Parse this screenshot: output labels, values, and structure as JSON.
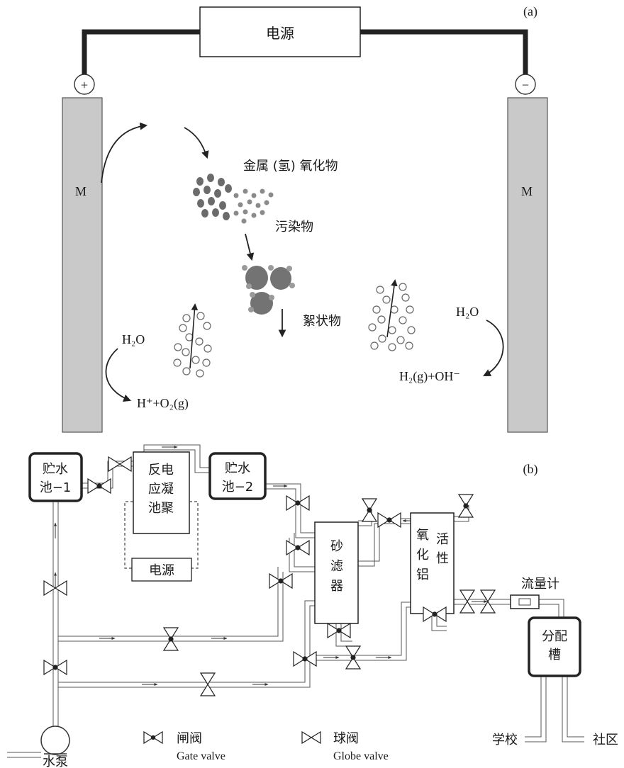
{
  "panel_a": {
    "label": "(a)",
    "power": "电源",
    "plus": "+",
    "minus": "−",
    "electrode_left": "M",
    "electrode_right": "M",
    "hydroxide": "金属 (氢) 氧化物",
    "pollutant": "污染物",
    "floc": "絮状物",
    "water_left": "H₂O",
    "anode_product": "H⁺+O₂(g)",
    "water_right": "H₂O",
    "cathode_product": "H₂(g)+OH⁻"
  },
  "panel_b": {
    "label": "(b)",
    "tank1": [
      "贮水",
      "池−1"
    ],
    "reactor": [
      "反电",
      "应凝",
      "池聚"
    ],
    "power": "电源",
    "tank2": [
      "贮水",
      "池−2"
    ],
    "sand_filter": [
      "砂",
      "滤",
      "器"
    ],
    "alumina": [
      "氧",
      "化",
      "铝"
    ],
    "active": [
      "活",
      "性"
    ],
    "flowmeter": "流量计",
    "distribution": [
      "分配",
      "槽"
    ],
    "school": "学校",
    "community": "社区",
    "pump": "水泵",
    "legend": {
      "gate_cn": "闸阀",
      "gate_en": "Gate valve",
      "globe_cn": "球阀",
      "globe_en": "Globe valve"
    }
  }
}
